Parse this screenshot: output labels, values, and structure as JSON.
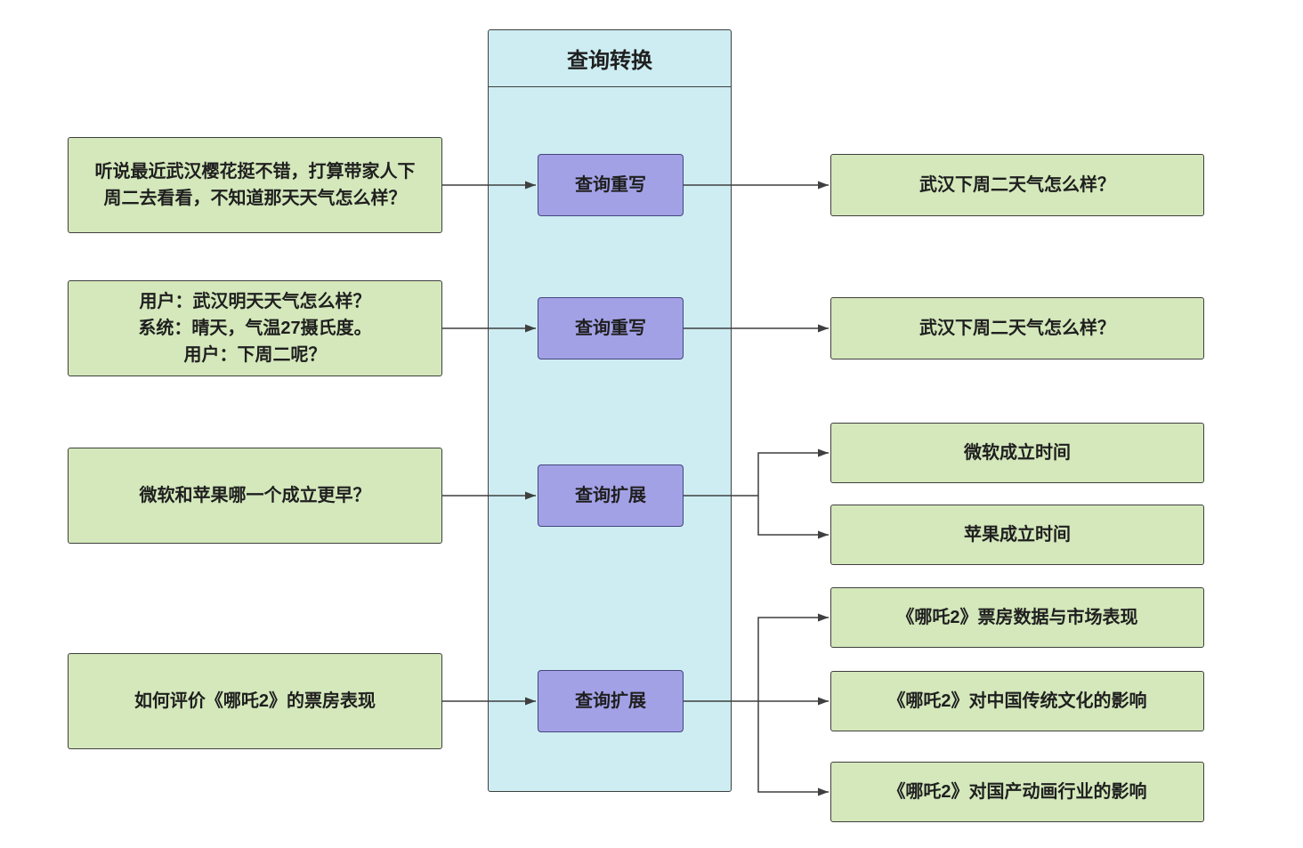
{
  "title": "查询转换",
  "colors": {
    "input_output_fill": "#d4e8bb",
    "operation_fill": "#a3a1e6",
    "container_fill": "#cdedf2",
    "line": "#3f3f3f"
  },
  "flows": [
    {
      "input": "听说最近武汉樱花挺不错，打算带家人下周二去看看，不知道那天天气怎么样？",
      "operation": "查询重写",
      "outputs": [
        "武汉下周二天气怎么样？"
      ]
    },
    {
      "input": "用户：武汉明天天气怎么样？\n系统：晴天，气温27摄氏度。\n用户：下周二呢？",
      "operation": "查询重写",
      "outputs": [
        "武汉下周二天气怎么样？"
      ]
    },
    {
      "input": "微软和苹果哪一个成立更早？",
      "operation": "查询扩展",
      "outputs": [
        "微软成立时间",
        "苹果成立时间"
      ]
    },
    {
      "input": "如何评价《哪吒2》的票房表现",
      "operation": "查询扩展",
      "outputs": [
        "《哪吒2》票房数据与市场表现",
        "《哪吒2》对中国传统文化的影响",
        "《哪吒2》对国产动画行业的影响"
      ]
    }
  ]
}
